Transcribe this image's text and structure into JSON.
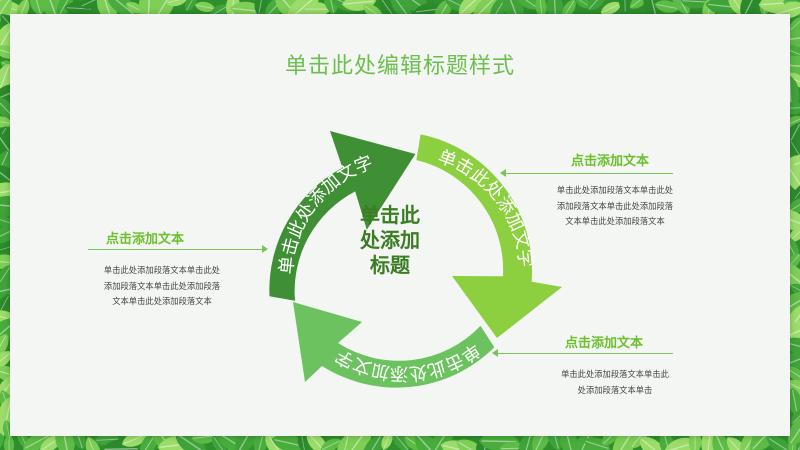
{
  "slide": {
    "title": "单击此处编辑标题样式",
    "center_title": [
      "单击此",
      "处添加",
      "标题"
    ]
  },
  "arrows": [
    {
      "label": "单击此处添加文字",
      "color": "#3f8f35"
    },
    {
      "label": "单击此处添加文字",
      "color": "#8ccf3f"
    },
    {
      "label": "单击此处添加文字",
      "color": "#6cc25e"
    }
  ],
  "text_blocks": {
    "left": {
      "heading": "点击添加文本",
      "body": [
        "单击此处添加段落文本单击此处",
        "添加段落文本单击此处添加段落",
        "文本单击此处添加段落文本"
      ]
    },
    "right_top": {
      "heading": "点击添加文本",
      "body": [
        "单击此处添加段落文本单击此处",
        "添加段落文本单击此处添加段落",
        "文本单击此处添加段落文本"
      ]
    },
    "right_bottom": {
      "heading": "点击添加文本",
      "body": [
        "单击此处添加段落文本单击此",
        "处添加段落文本单击"
      ]
    }
  },
  "colors": {
    "frame": "#2f8f2c",
    "accent": "#6cbf2e",
    "line": "#7cc25a"
  }
}
